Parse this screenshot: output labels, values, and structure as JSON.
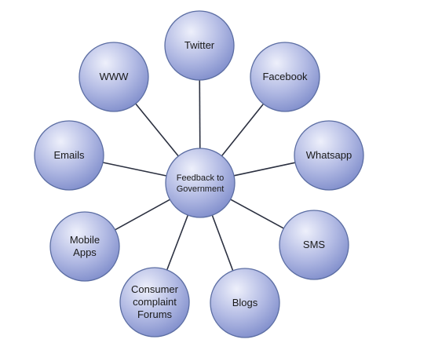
{
  "center": {
    "label_lines": [
      "Feedback to",
      "Government"
    ]
  },
  "nodes": [
    {
      "id": "twitter",
      "label_lines": [
        "Twitter"
      ]
    },
    {
      "id": "facebook",
      "label_lines": [
        "Facebook"
      ]
    },
    {
      "id": "whatsapp",
      "label_lines": [
        "Whatsapp"
      ]
    },
    {
      "id": "sms",
      "label_lines": [
        "SMS"
      ]
    },
    {
      "id": "blogs",
      "label_lines": [
        "Blogs"
      ]
    },
    {
      "id": "consumer-complaint-forums",
      "label_lines": [
        "Consumer",
        "complaint",
        "Forums"
      ]
    },
    {
      "id": "mobile-apps",
      "label_lines": [
        "Mobile",
        "Apps"
      ]
    },
    {
      "id": "emails",
      "label_lines": [
        "Emails"
      ]
    },
    {
      "id": "www",
      "label_lines": [
        "WWW"
      ]
    }
  ],
  "colors": {
    "bubble_light": "#eef0fb",
    "bubble_mid": "#b3bbe4",
    "bubble_dark": "#7f8dcb",
    "connector": "#2b3040"
  }
}
